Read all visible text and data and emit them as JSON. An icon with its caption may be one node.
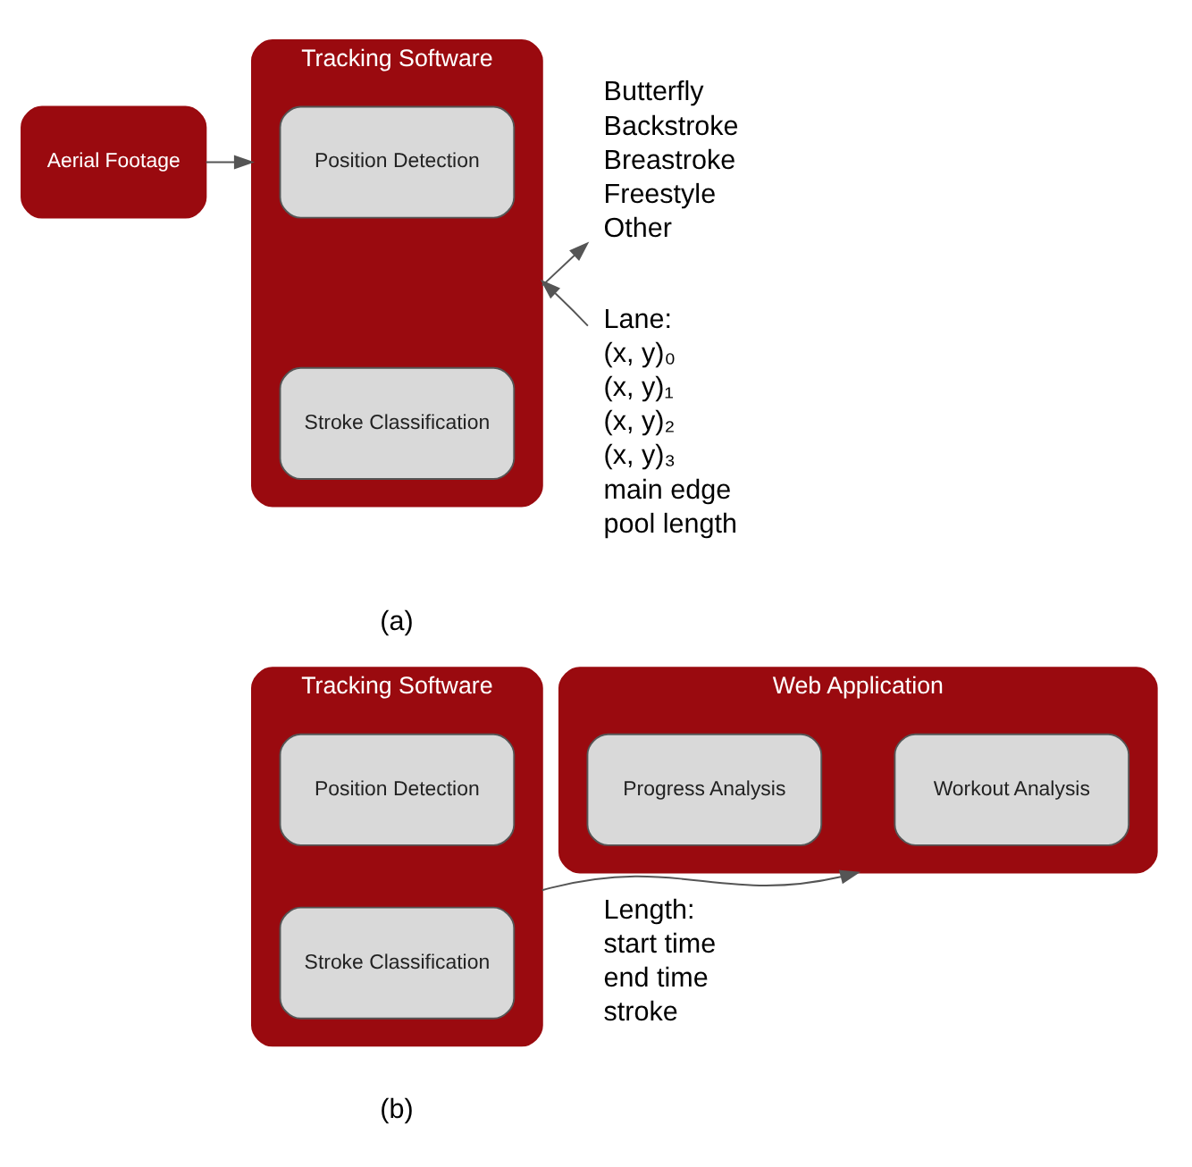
{
  "diagram": {
    "nodes": [
      {
        "text": [
          "Aerial Footage"
        ]
      },
      {
        "text": [
          "Tracking Software"
        ]
      },
      {
        "text": [
          "Position Detection"
        ],
        "in": 1
      },
      {
        "text": [
          "Stroke Classification"
        ],
        "in": 1
      },
      {
        "text": [
          "Butterfly",
          "Backstroke",
          "Breastroke",
          "Freestyle",
          "Other"
        ]
      },
      {
        "text": [
          "Lane:",
          "(x, y)₀",
          "(x, y)₁",
          "(x, y)₂",
          "(x, y)₃",
          "main edge",
          "pool length"
        ]
      },
      {
        "text": [
          "Tracking Software"
        ]
      },
      {
        "text": [
          "Position Detection"
        ],
        "in": 6
      },
      {
        "text": [
          "Stroke Classification"
        ],
        "in": 6
      },
      {
        "text": [
          "Web Application"
        ]
      },
      {
        "text": [
          "Workout Analysis"
        ],
        "in": 9
      },
      {
        "text": [
          "Progress Analysis"
        ],
        "in": 9
      }
    ],
    "edges": [
      {
        "from": 0,
        "to": 1,
        "arrow": "to"
      },
      {
        "from": 5,
        "to": 1,
        "arrow": "to"
      },
      {
        "from": 1,
        "to": 4,
        "arrow": "to"
      },
      {
        "from": 6,
        "to": 9,
        "arrow": "to"
      }
    ],
    "labels": [
      "(a)",
      "Length:",
      "start time",
      "end time",
      "stroke",
      "(b)"
    ]
  }
}
